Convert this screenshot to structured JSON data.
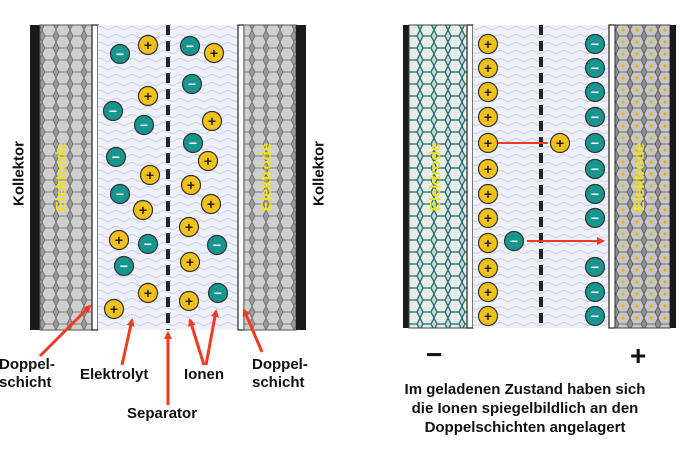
{
  "left_diagram": {
    "collector_left": "Kollektor",
    "collector_right": "Kollektor",
    "electrode_left": "Elektrode",
    "electrode_right": "Elektrode",
    "labels": {
      "doppelschicht_left": [
        "Doppel-",
        "schicht"
      ],
      "elektrolyt": "Elektrolyt",
      "ionen": "Ionen",
      "doppelschicht_right": [
        "Doppel-",
        "schicht"
      ],
      "separator": "Separator"
    }
  },
  "right_diagram": {
    "electrode_left": "Elektrode",
    "electrode_right": "Elektrode",
    "sign_negative": "−",
    "sign_positive": "+",
    "caption": [
      "Im geladenen Zustand haben sich",
      "die Ionen spiegelbildlich an den",
      "Doppelschichten angelagert"
    ]
  },
  "ion_symbols": {
    "cation": "+",
    "anion": "−"
  },
  "colors": {
    "cation_fill": "#f2c21a",
    "anion_fill": "#17958f",
    "electrode_label": "#f2e21a",
    "arrow": "#ef3b24",
    "collector": "#1a1a1a",
    "electrolyte": "#ebeef8"
  }
}
